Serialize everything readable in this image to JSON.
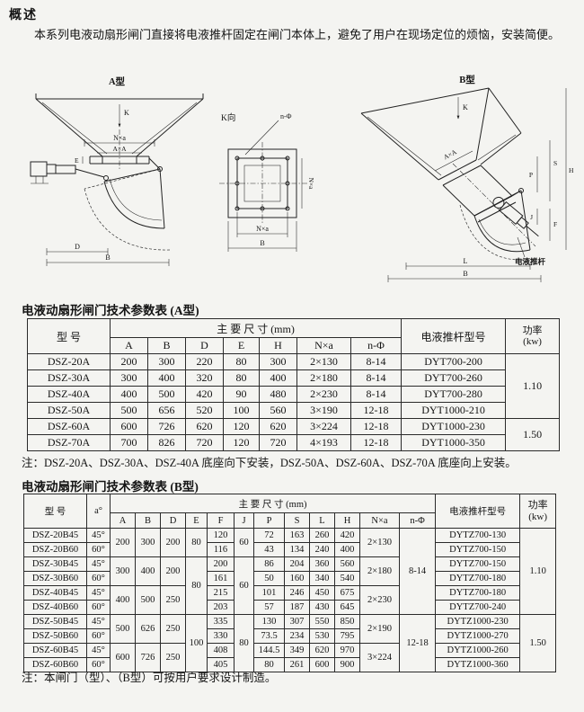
{
  "page": {
    "section_heading": "概述",
    "intro": "本系列电液动扇形闸门直接将电液推杆固定在闸门本体上，避免了用户在现场定位的烦恼，安装简便。"
  },
  "diagrams": {
    "a": {
      "title": "A型",
      "k": "K",
      "nxa": "N×a",
      "axa": "A×A",
      "e": "E",
      "d": "D",
      "b": "B"
    },
    "kview": {
      "title": "K向",
      "nphi": "n-Φ",
      "nxa_right": "N×a",
      "nxa_bottom": "N×a",
      "b": "B"
    },
    "b": {
      "title": "B型",
      "k": "K",
      "axa": "A×A",
      "p": "P",
      "s": "S",
      "h": "H",
      "f": "F",
      "j": "J",
      "l": "L",
      "b": "B",
      "actuator": "电液推杆"
    }
  },
  "table_a": {
    "title": "电液动扇形闸门技术参数表 (A型)",
    "header": {
      "model": "型 号",
      "main": "主 要 尺 寸  (mm)",
      "actuator": "电液推杆型号",
      "power": "功率",
      "power_unit": "(kw)"
    },
    "sub": [
      "A",
      "B",
      "D",
      "E",
      "H",
      "N×a",
      "n-Φ"
    ],
    "rows": [
      {
        "model": "DSZ-20A",
        "A": "200",
        "B": "300",
        "D": "220",
        "E": "80",
        "H": "300",
        "nxa": "2×130",
        "nphi": "8-14",
        "actuator": "DYT700-200"
      },
      {
        "model": "DSZ-30A",
        "A": "300",
        "B": "400",
        "D": "320",
        "E": "80",
        "H": "400",
        "nxa": "2×180",
        "nphi": "8-14",
        "actuator": "DYT700-260"
      },
      {
        "model": "DSZ-40A",
        "A": "400",
        "B": "500",
        "D": "420",
        "E": "90",
        "H": "480",
        "nxa": "2×230",
        "nphi": "8-14",
        "actuator": "DYT700-280"
      },
      {
        "model": "DSZ-50A",
        "A": "500",
        "B": "656",
        "D": "520",
        "E": "100",
        "H": "560",
        "nxa": "3×190",
        "nphi": "12-18",
        "actuator": "DYT1000-210"
      },
      {
        "model": "DSZ-60A",
        "A": "600",
        "B": "726",
        "D": "620",
        "E": "120",
        "H": "620",
        "nxa": "3×224",
        "nphi": "12-18",
        "actuator": "DYT1000-230"
      },
      {
        "model": "DSZ-70A",
        "A": "700",
        "B": "826",
        "D": "720",
        "E": "120",
        "H": "720",
        "nxa": "4×193",
        "nphi": "12-18",
        "actuator": "DYT1000-350"
      }
    ],
    "power": [
      "1.10",
      "1.50"
    ],
    "note": "注：DSZ-20A、DSZ-30A、DSZ-40A 底座向下安装，DSZ-50A、DSZ-60A、DSZ-70A 底座向上安装。"
  },
  "table_b": {
    "title": "电液动扇形闸门技术参数表 (B型)",
    "header": {
      "model": "型 号",
      "angle": "a°",
      "main": "主 要 尺 寸  (mm)",
      "actuator": "电液推杆型号",
      "power": "功率",
      "power_unit": "(kw)"
    },
    "sub": [
      "A",
      "B",
      "D",
      "E",
      "F",
      "J",
      "P",
      "S",
      "L",
      "H",
      "N×a",
      "n-Φ"
    ],
    "rows": [
      {
        "model": "DSZ-20B45",
        "angle": "45°",
        "F": "120",
        "P": "72",
        "S": "163",
        "L": "260",
        "H": "420",
        "actuator": "DYTZ700-130"
      },
      {
        "model": "DSZ-20B60",
        "angle": "60°",
        "F": "116",
        "P": "43",
        "S": "134",
        "L": "240",
        "H": "400",
        "actuator": "DYTZ700-150"
      },
      {
        "model": "DSZ-30B45",
        "angle": "45°",
        "F": "200",
        "P": "86",
        "S": "204",
        "L": "360",
        "H": "560",
        "actuator": "DYTZ700-150"
      },
      {
        "model": "DSZ-30B60",
        "angle": "60°",
        "F": "161",
        "P": "50",
        "S": "160",
        "L": "340",
        "H": "540",
        "actuator": "DYTZ700-180"
      },
      {
        "model": "DSZ-40B45",
        "angle": "45°",
        "F": "215",
        "P": "101",
        "S": "246",
        "L": "450",
        "H": "675",
        "actuator": "DYTZ700-180"
      },
      {
        "model": "DSZ-40B60",
        "angle": "60°",
        "F": "203",
        "P": "57",
        "S": "187",
        "L": "430",
        "H": "645",
        "actuator": "DYTZ700-240"
      },
      {
        "model": "DSZ-50B45",
        "angle": "45°",
        "F": "335",
        "P": "130",
        "S": "307",
        "L": "550",
        "H": "850",
        "actuator": "DYTZ1000-230"
      },
      {
        "model": "DSZ-50B60",
        "angle": "60°",
        "F": "330",
        "P": "73.5",
        "S": "234",
        "L": "530",
        "H": "795",
        "actuator": "DYTZ1000-270"
      },
      {
        "model": "DSZ-60B45",
        "angle": "45°",
        "F": "408",
        "P": "144.5",
        "S": "349",
        "L": "620",
        "H": "970",
        "actuator": "DYTZ1000-260"
      },
      {
        "model": "DSZ-60B60",
        "angle": "60°",
        "F": "405",
        "P": "80",
        "S": "261",
        "L": "600",
        "H": "900",
        "actuator": "DYTZ1000-360"
      }
    ],
    "abd": [
      {
        "A": "200",
        "B": "300",
        "D": "200"
      },
      {
        "A": "300",
        "B": "400",
        "D": "200"
      },
      {
        "A": "400",
        "B": "500",
        "D": "250"
      },
      {
        "A": "500",
        "B": "626",
        "D": "250"
      },
      {
        "A": "600",
        "B": "726",
        "D": "250"
      }
    ],
    "e": [
      "80",
      "80",
      "100"
    ],
    "j": [
      "60",
      "60",
      "80"
    ],
    "nxa": [
      "2×130",
      "2×180",
      "2×230",
      "2×190",
      "3×224"
    ],
    "nphi": [
      "8-14",
      "12-18"
    ],
    "power": [
      "1.10",
      "1.50"
    ],
    "note": "注：本闸门（型）、（B型）可按用户要求设计制造。"
  }
}
